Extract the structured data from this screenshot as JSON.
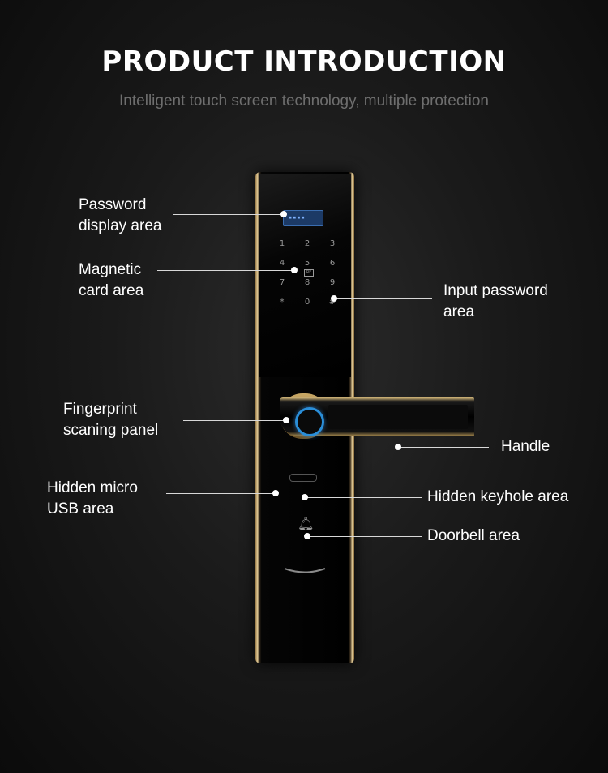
{
  "header": {
    "title": "PRODUCT INTRODUCTION",
    "subtitle": "Intelligent touch screen technology, multiple protection"
  },
  "callouts": {
    "password_display": [
      "Password",
      "display area"
    ],
    "magnetic_card": [
      "Magnetic",
      "card area"
    ],
    "input_password": [
      "Input password",
      "area"
    ],
    "fingerprint": [
      "Fingerprint",
      "scaning panel"
    ],
    "handle": "Handle",
    "micro_usb": [
      "Hidden micro",
      "USB area"
    ],
    "keyhole": "Hidden keyhole area",
    "doorbell": "Doorbell area"
  },
  "keypad": {
    "keys": [
      "1",
      "2",
      "3",
      "4",
      "5",
      "6",
      "7",
      "8",
      "9",
      "*",
      "0",
      "#"
    ]
  },
  "colors": {
    "background": "#111111",
    "gold_trim": "#e7cf99",
    "fingerprint_ring": "#2a8ed8"
  }
}
